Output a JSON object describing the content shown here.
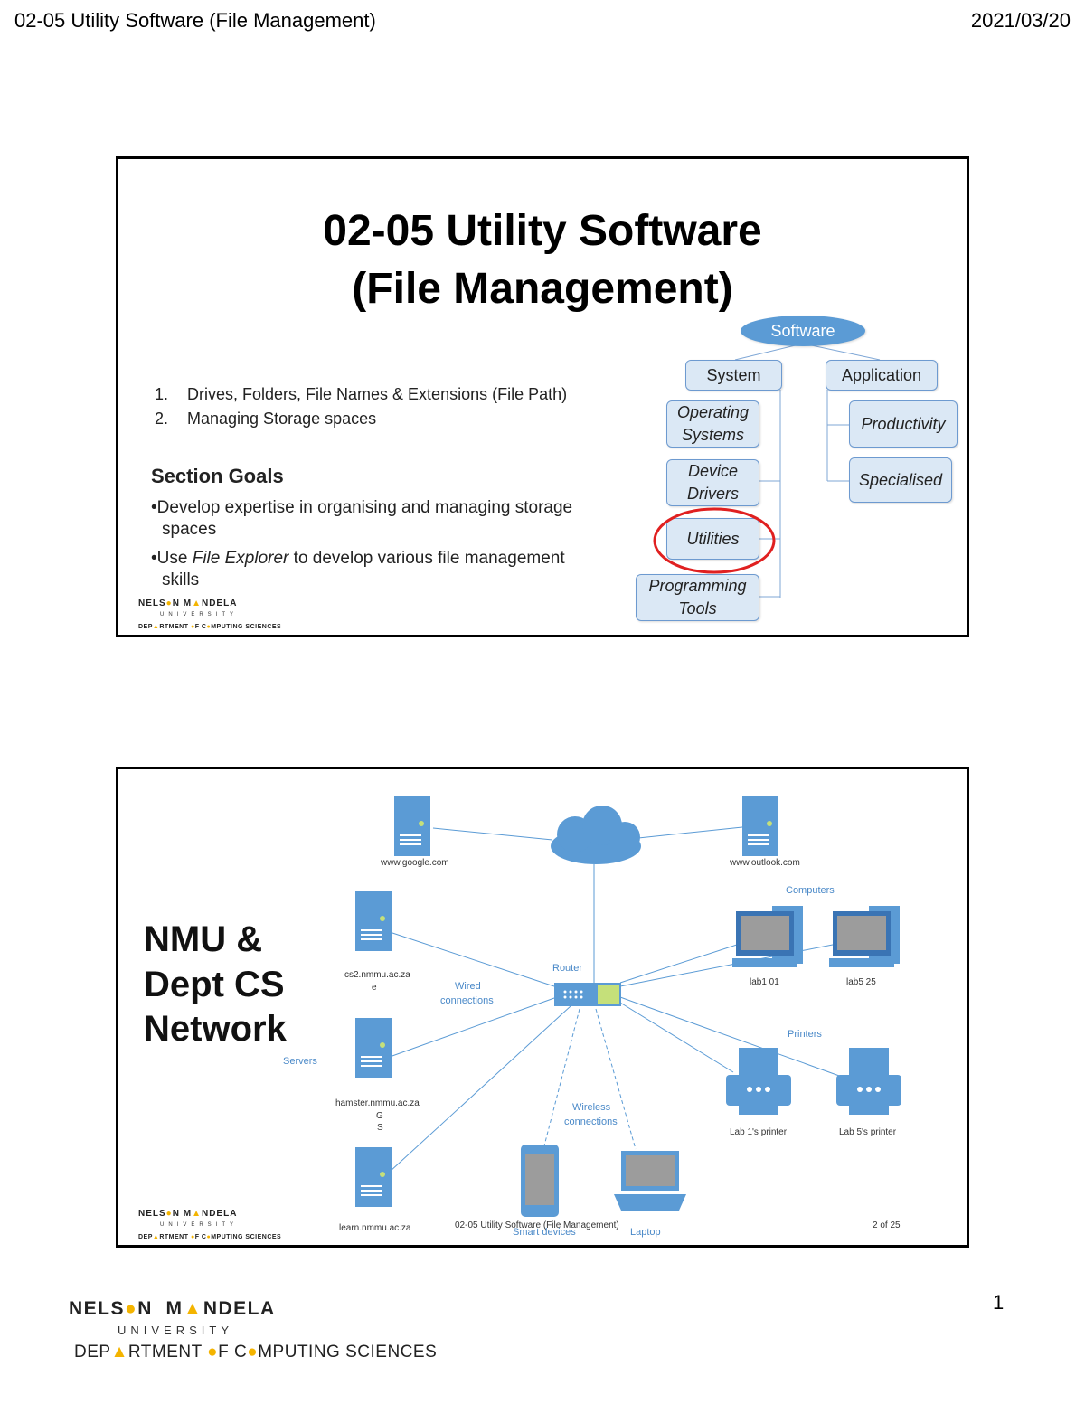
{
  "page_header": {
    "title": "02-05 Utility Software (File Management)",
    "date": "2021/03/20"
  },
  "slide1": {
    "title_line1": "02-05 Utility Software",
    "title_line2": "(File Management)",
    "topics": [
      {
        "num": "1.",
        "text": "Drives, Folders, File Names & Extensions (File Path)"
      },
      {
        "num": "2.",
        "text": "Managing Storage spaces"
      }
    ],
    "goals_heading": "Section Goals",
    "goal1_line1": "Develop expertise in organising and managing storage",
    "goal1_line2": "spaces",
    "goal2_pre": "Use ",
    "goal2_em": "File Explorer",
    "goal2_post": " to develop various file management",
    "goal2_line2": "skills",
    "hierarchy": {
      "root": "Software",
      "system": "System",
      "application": "Application",
      "os_line1": "Operating",
      "os_line2": "Systems",
      "dd_line1": "Device",
      "dd_line2": "Drivers",
      "utilities": "Utilities",
      "pt_line1": "Programming",
      "pt_line2": "Tools",
      "productivity": "Productivity",
      "specialised": "Specialised"
    },
    "highlight_color": "#e02020"
  },
  "slide2": {
    "title_line1": "NMU &",
    "title_line2": "Dept CS",
    "title_line3": "Network",
    "labels": {
      "google": "www.google.com",
      "outlook": "www.outlook.com",
      "computers": "Computers",
      "router": "Router",
      "wired1": "Wired",
      "wired2": "connections",
      "servers": "Servers",
      "printers": "Printers",
      "wireless1": "Wireless",
      "wireless2": "connections",
      "cs2_1": "cs2.nmmu.ac.za",
      "cs2_2": "e",
      "lab01": "lab1 01",
      "lab525": "lab5 25",
      "hamster1": "hamster.nmmu.ac.za",
      "hamster2": "G",
      "hamster3": "S",
      "lab1printer": "Lab 1's printer",
      "lab5printer": "Lab 5's printer",
      "learn": "learn.nmmu.ac.za",
      "smart": "Smart devices",
      "laptop": "Laptop"
    },
    "footer": "02-05 Utility Software (File Management)",
    "page_of": "2 of 25"
  },
  "logo": {
    "nelson_pre": "NELS",
    "nelson_post": "N",
    "mandela_pre": "M",
    "mandela_post": "NDELA",
    "university": "UNIVERSITY",
    "dept_a": "DEP",
    "dept_b": "RTMENT ",
    "dept_c": "F  C",
    "dept_d": "MPUTING SCIENCES",
    "colors": {
      "gold": "#f4b400"
    }
  },
  "page_number": "1"
}
